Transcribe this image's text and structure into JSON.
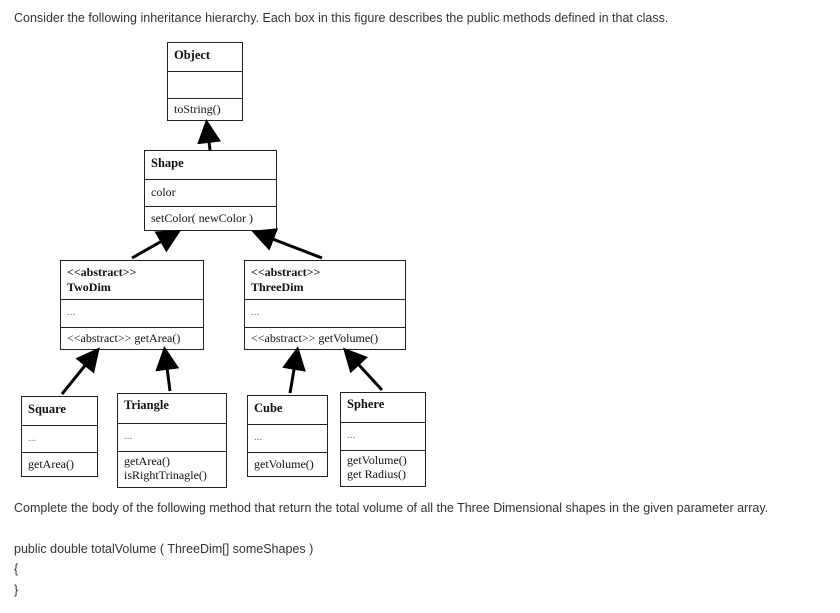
{
  "question": {
    "intro": "Consider the following inheritance hierarchy.  Each box in this figure describes the public methods defined in that class.",
    "task": "Complete the body of the following method that return the total volume of all the Three Dimensional shapes in the given parameter array.",
    "code": {
      "signature": "public double totalVolume ( ThreeDim[]  someShapes )",
      "open_brace": "{",
      "close_brace": "}"
    }
  },
  "diagram": {
    "object": {
      "name": "Object",
      "method": "toString()"
    },
    "shape": {
      "name": "Shape",
      "field": "color",
      "method": "setColor( newColor )"
    },
    "twodim": {
      "stereotype": "<<abstract>>",
      "name": "TwoDim",
      "field": "...",
      "method": "<<abstract>> getArea()"
    },
    "threedim": {
      "stereotype": "<<abstract>>",
      "name": "ThreeDim",
      "field": "...",
      "method": "<<abstract>> getVolume()"
    },
    "square": {
      "name": "Square",
      "field": "...",
      "method": "getArea()"
    },
    "triangle": {
      "name": "Triangle",
      "field": "...",
      "method1": "getArea()",
      "method2": "isRightTrinagle()"
    },
    "cube": {
      "name": "Cube",
      "field": "...",
      "method": "getVolume()"
    },
    "sphere": {
      "name": "Sphere",
      "field": "...",
      "method1": "getVolume()",
      "method2": "get Radius()"
    }
  }
}
